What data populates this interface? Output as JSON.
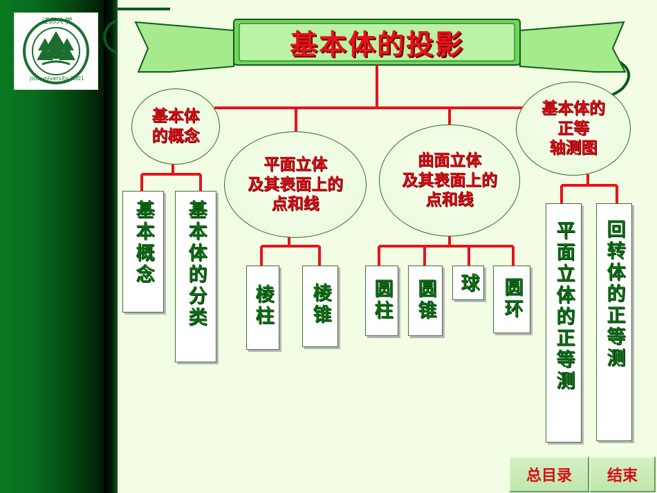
{
  "title": "基本体的投影",
  "logo": {
    "text_top": "江苏大学",
    "text_ring": "jisu university 2001",
    "icon": "tree-emblem-icon",
    "color": "#1b6e2e"
  },
  "colors": {
    "band": "#086a1d",
    "connector": "#e8121a",
    "node_text": "#d60d15",
    "leaf_text": "#0e6b14",
    "background": "#f2fde4"
  },
  "nodes": {
    "basic_concept": "基本体\n的概念",
    "plane_solid": "平面立体\n及其表面上的\n点和线",
    "curved_solid": "曲面立体\n及其表面上的\n点和线",
    "axonometric": "基本体的\n正等\n轴测图"
  },
  "leaves": {
    "concept": "基本概念",
    "classification": "基本体的分类",
    "prism": "棱柱",
    "pyramid": "棱锥",
    "cylinder": "圆柱",
    "cone": "圆锥",
    "sphere": "球",
    "torus": "圆环",
    "plane_iso": "平面立体的正等测",
    "revolve_iso": "回转体的正等测"
  },
  "nav": {
    "toc": "总目录",
    "end": "结束"
  }
}
